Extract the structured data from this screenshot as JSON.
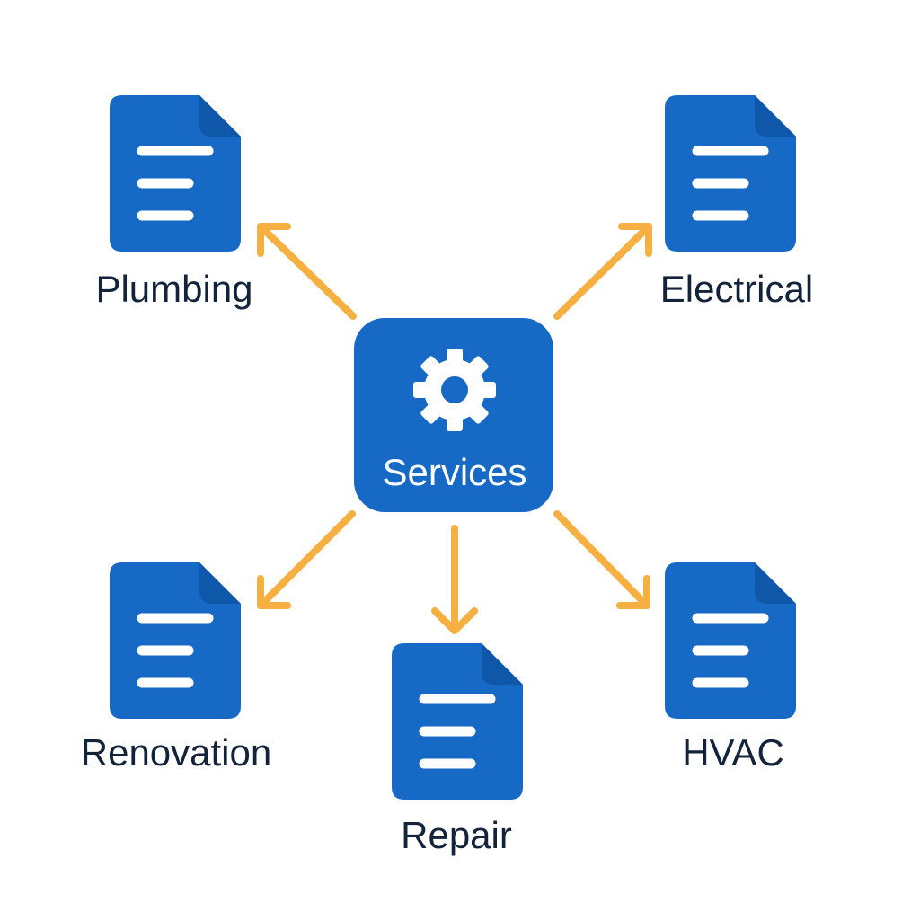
{
  "colors": {
    "node_blue": "#1769c6",
    "arrow_orange": "#f5b041",
    "label_text": "#13233a",
    "doc_lines": "#ffffff"
  },
  "hub": {
    "label": "Services",
    "icon": "gear-icon"
  },
  "nodes": [
    {
      "id": "plumbing",
      "label": "Plumbing",
      "icon": "document-icon"
    },
    {
      "id": "electrical",
      "label": "Electrical",
      "icon": "document-icon"
    },
    {
      "id": "renovation",
      "label": "Renovation",
      "icon": "document-icon"
    },
    {
      "id": "repair",
      "label": "Repair",
      "icon": "document-icon"
    },
    {
      "id": "hvac",
      "label": "HVAC",
      "icon": "document-icon"
    }
  ]
}
